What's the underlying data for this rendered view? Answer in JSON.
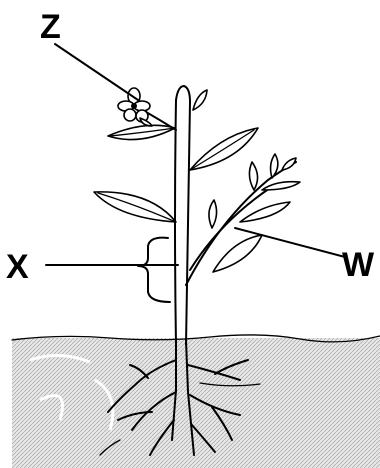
{
  "labels": {
    "z": "Z",
    "x": "X",
    "w": "W"
  },
  "colors": {
    "ink": "#000000",
    "soil": "#d8d8d8",
    "background": "#ffffff"
  }
}
